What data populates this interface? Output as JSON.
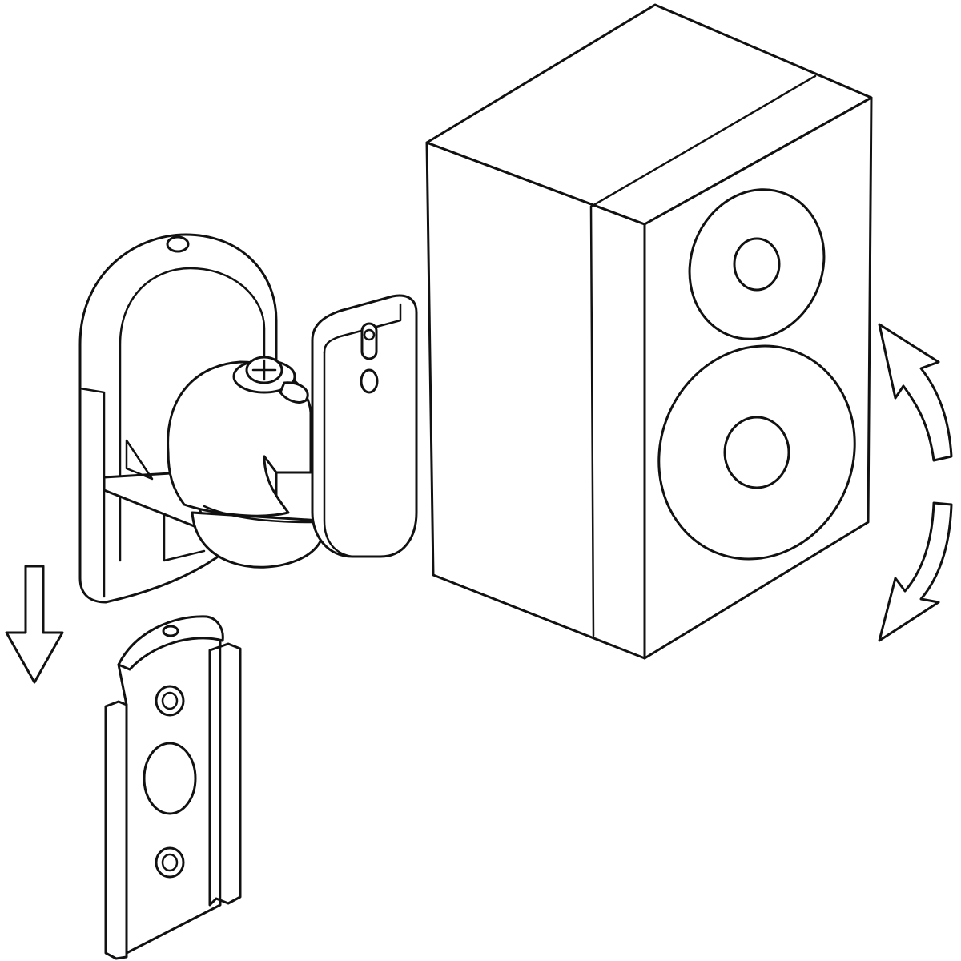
{
  "title": "",
  "diagram": {
    "type": "line-art instruction illustration",
    "style": {
      "background": "#ffffff",
      "stroke": "#111111",
      "fill": "#ffffff"
    },
    "parts": [
      {
        "id": "swivel-bracket",
        "icon": "speaker-wall-mount-icon"
      },
      {
        "id": "wall-plate",
        "icon": "mounting-plate-icon"
      },
      {
        "id": "speaker",
        "icon": "bookshelf-speaker-icon"
      },
      {
        "id": "detach-arrow",
        "icon": "arrow-down-icon"
      },
      {
        "id": "rotation-arrows",
        "icon": "rotate-arrows-icon"
      }
    ]
  }
}
